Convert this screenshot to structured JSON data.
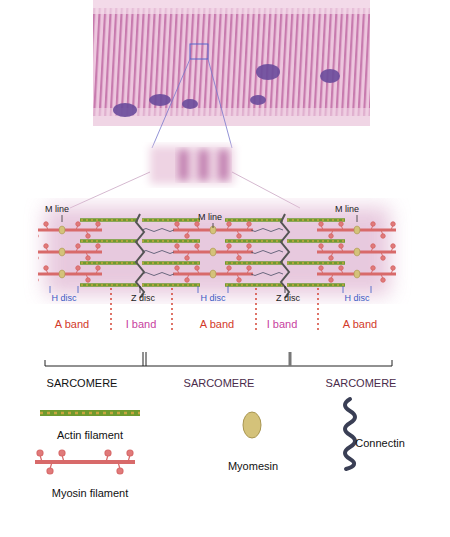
{
  "diagram": {
    "labels": [
      "M line",
      "M line",
      "M line",
      "H disc",
      "Z disc",
      "H disc",
      "Z disc",
      "H disc",
      "A band",
      "I band",
      "A band",
      "I band",
      "A band",
      "SARCOMERE",
      "SARCOMERE",
      "SARCOMERE"
    ],
    "legend": [
      {
        "text": "Actin filament"
      },
      {
        "text": "Myomesin"
      },
      {
        "text": "Connectin"
      },
      {
        "text": "Myosin filament"
      }
    ]
  }
}
